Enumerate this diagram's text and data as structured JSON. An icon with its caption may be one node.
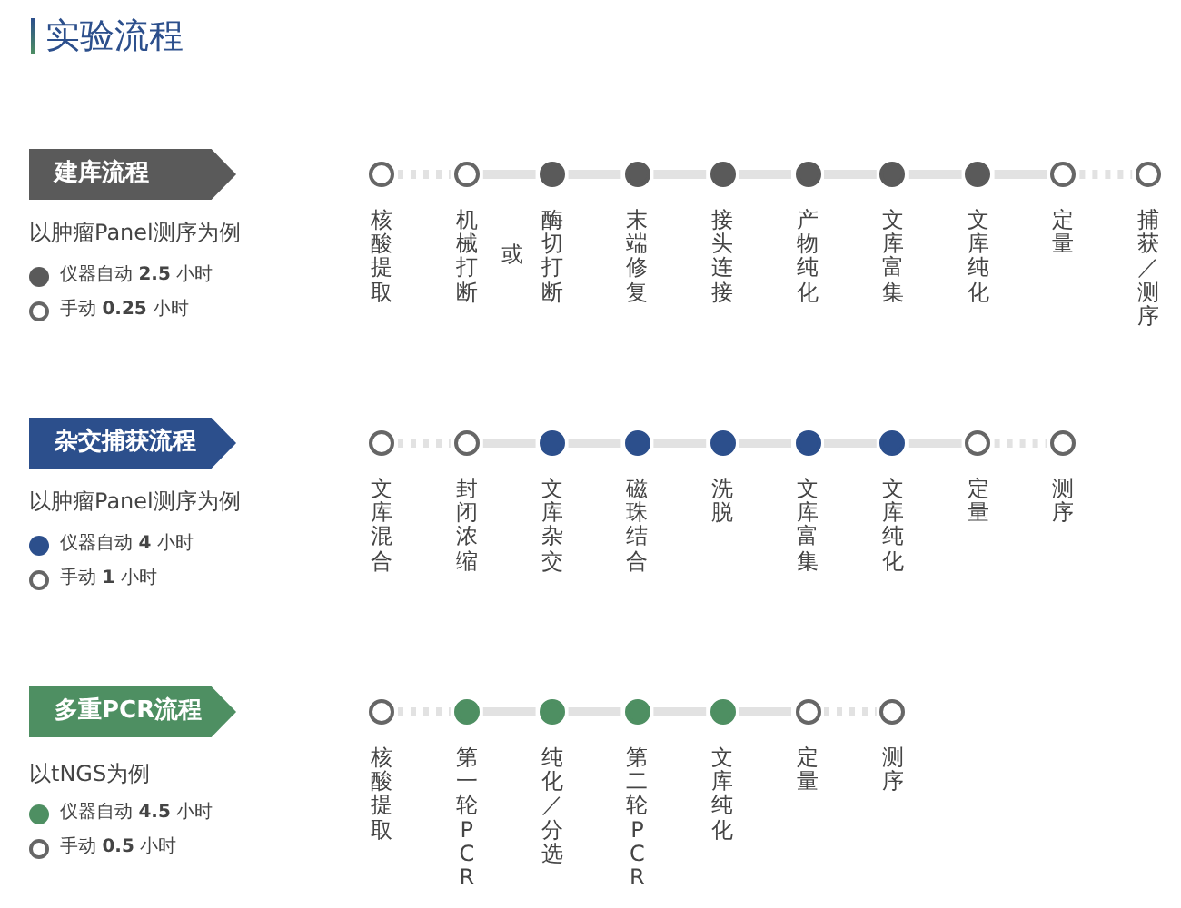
{
  "diagram": {
    "title": "实验流程",
    "nodes": [
      {
        "text": [
          "建库流程"
        ]
      },
      {
        "text": [],
        "shape": "circle",
        "beside": [
          "核酸提取"
        ]
      },
      {
        "text": [],
        "shape": "circle",
        "beside": [
          "机械打断"
        ]
      },
      {
        "text": [],
        "shape": "dot",
        "beside": [
          "酶切打断"
        ]
      },
      {
        "text": [],
        "shape": "dot",
        "beside": [
          "末端修复"
        ]
      },
      {
        "text": [],
        "shape": "dot",
        "beside": [
          "接头连接"
        ]
      },
      {
        "text": [],
        "shape": "dot",
        "beside": [
          "产物纯化"
        ]
      },
      {
        "text": [],
        "shape": "dot",
        "beside": [
          "文库富集"
        ]
      },
      {
        "text": [],
        "shape": "dot",
        "beside": [
          "文库纯化"
        ]
      },
      {
        "text": [],
        "shape": "circle",
        "beside": [
          "定量"
        ]
      },
      {
        "text": [],
        "shape": "circle",
        "beside": [
          "捕获／测序"
        ]
      },
      {
        "text": [
          "杂交捕获流程"
        ]
      },
      {
        "text": [],
        "shape": "circle",
        "beside": [
          "文库混合"
        ]
      },
      {
        "text": [],
        "shape": "circle",
        "beside": [
          "封闭浓缩"
        ]
      },
      {
        "text": [],
        "shape": "dot",
        "beside": [
          "文库杂交"
        ]
      },
      {
        "text": [],
        "shape": "dot",
        "beside": [
          "磁珠结合"
        ]
      },
      {
        "text": [],
        "shape": "dot",
        "beside": [
          "洗脱"
        ]
      },
      {
        "text": [],
        "shape": "dot",
        "beside": [
          "文库富集"
        ]
      },
      {
        "text": [],
        "shape": "dot",
        "beside": [
          "文库纯化"
        ]
      },
      {
        "text": [],
        "shape": "circle",
        "beside": [
          "定量"
        ]
      },
      {
        "text": [],
        "shape": "circle",
        "beside": [
          "测序"
        ]
      },
      {
        "text": [
          "多重PCR流程"
        ]
      },
      {
        "text": [],
        "shape": "circle",
        "beside": [
          "核酸提取"
        ]
      },
      {
        "text": [],
        "shape": "dot",
        "beside": [
          "第一轮PCR"
        ]
      },
      {
        "text": [],
        "shape": "dot",
        "beside": [
          "纯化／分选"
        ]
      },
      {
        "text": [],
        "shape": "dot",
        "beside": [
          "第二轮PCR"
        ]
      },
      {
        "text": [],
        "shape": "dot",
        "beside": [
          "文库纯化"
        ]
      },
      {
        "text": [],
        "shape": "circle",
        "beside": [
          "定量"
        ]
      },
      {
        "text": [],
        "shape": "circle",
        "beside": [
          "测序"
        ]
      }
    ],
    "edges": [
      {
        "from": 1,
        "to": 2,
        "arrow": "none",
        "style": "dashed"
      },
      {
        "from": 2,
        "to": 3,
        "arrow": "none"
      },
      {
        "from": 3,
        "to": 4,
        "arrow": "none"
      },
      {
        "from": 4,
        "to": 5,
        "arrow": "none"
      },
      {
        "from": 5,
        "to": 6,
        "arrow": "none"
      },
      {
        "from": 6,
        "to": 7,
        "arrow": "none"
      },
      {
        "from": 7,
        "to": 8,
        "arrow": "none"
      },
      {
        "from": 8,
        "to": 9,
        "arrow": "none"
      },
      {
        "from": 9,
        "to": 10,
        "arrow": "none",
        "style": "dashed"
      },
      {
        "from": 12,
        "to": 13,
        "arrow": "none",
        "style": "dashed"
      },
      {
        "from": 13,
        "to": 14,
        "arrow": "none"
      },
      {
        "from": 14,
        "to": 15,
        "arrow": "none"
      },
      {
        "from": 15,
        "to": 16,
        "arrow": "none"
      },
      {
        "from": 16,
        "to": 17,
        "arrow": "none"
      },
      {
        "from": 17,
        "to": 18,
        "arrow": "none"
      },
      {
        "from": 18,
        "to": 19,
        "arrow": "none"
      },
      {
        "from": 19,
        "to": 20,
        "arrow": "none",
        "style": "dashed"
      },
      {
        "from": 22,
        "to": 23,
        "arrow": "none",
        "style": "dashed"
      },
      {
        "from": 23,
        "to": 24,
        "arrow": "none"
      },
      {
        "from": 24,
        "to": 25,
        "arrow": "none"
      },
      {
        "from": 25,
        "to": 26,
        "arrow": "none"
      },
      {
        "from": 26,
        "to": 27,
        "arrow": "none"
      },
      {
        "from": 27,
        "to": 28,
        "arrow": "none",
        "style": "dashed"
      }
    ],
    "labels": [
      "以肿瘤Panel测序为例",
      "或",
      "以肿瘤Panel测序为例",
      "以tNGS为例"
    ],
    "legend": [
      {
        "text": "仪器自动 **2.5** 小时",
        "color": "#5a5a5a"
      },
      {
        "text": "手动 **0.25** 小时"
      },
      {
        "text": "仪器自动 **4** 小时",
        "color": "#2c4f8c"
      },
      {
        "text": "手动 **1** 小时"
      },
      {
        "text": "仪器自动 **4.5** 小时",
        "color": "#4e8f62"
      },
      {
        "text": "手动 **0.5** 小时"
      }
    ]
  }
}
